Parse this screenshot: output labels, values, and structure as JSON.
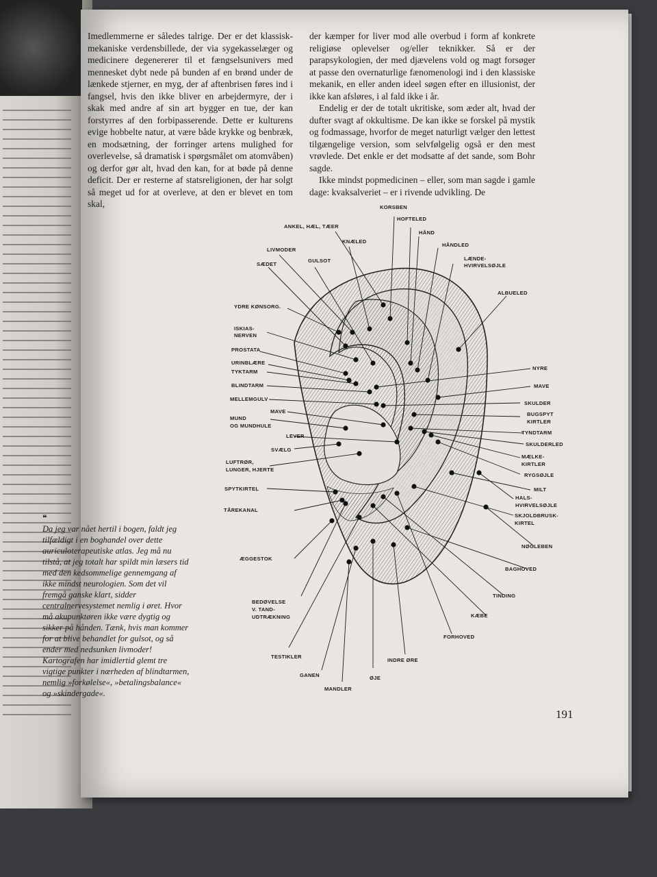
{
  "page_number": "191",
  "column1": [
    "Imedlemmerne er således talrige. Der er det klassisk-mekaniske verdensbillede, der via sygekasselæger og medicinere degenererer til et fængselsunivers med mennesket dybt nede på bunden af en brønd under de lænkede stjerner, en myg, der af aftenbrisen føres ind i fangsel, hvis den ikke bliver en arbejdermyre, der i skak med andre af sin art bygger en tue, der kan forstyrres af den forbipasserende. Dette er kulturens evige hobbelte natur, at være både krykke og benbræk, en modsætning, der forringer artens mulighed for overlevelse, så dramatisk i spørgsmålet om atomvåben) og derfor gør alt, hvad den kan, for at bøde på denne deficit. Der er resterne af statsreligionen, der har solgt så meget ud for at overleve, at den er blevet en tom skal,"
  ],
  "column2": [
    "der kæmper for liver mod alle overbud i form af konkrete religiøse oplevelser og/eller teknikker. Så er der parapsykologien, der med djævelens vold og magt forsøger at passe den overnaturlige fænomenologi ind i den klassiske mekanik, en eller anden ideel søgen efter en illusionist, der ikke kan afsløres, i al fald ikke i år.",
    "Endelig er der de totalt ukritiske, som æder alt, hvad der dufter svagt af okkultisme. De kan ikke se forskel på mystik og fodmassage, hvorfor de meget naturligt vælger den lettest tilgængelige version, som selvfølgelig også er den mest vrøvlede. Det enkle er det modsatte af det sande, som Bohr sagde.",
    "Ikke mindst popmedicinen – eller, som man sagde i gamle dage: kvaksalveriet – er i rivende udvikling. De"
  ],
  "caption": {
    "mark": "❝",
    "text": "Da jeg var nået hertil i bogen, faldt jeg tilfældigt i en boghandel over dette auriculoterapeutiske atlas. Jeg må nu tilstå, at jeg totalt har spildt min læsers tid med den kedsommelige gennemgang af ikke mindst neurologien. Som det vil fremgå ganske klart, sidder centralnervesystemet nemlig i øret. Hvor må akupunktøren ikke være dygtig og sikker på hånden. Tænk, hvis man kommer for at blive behandlet for gulsot, og så ender med nedsunken livmoder! Kartografen har imidlertid glemt tre vigtige punkter i nærheden af blindtarmen, nemlig »forkølelse«, »betalingsbalance« og »skindergade«."
  },
  "ear_labels": [
    {
      "key": "korsben",
      "text": "KORSBEN"
    },
    {
      "key": "hofteled",
      "text": "HOFTELED"
    },
    {
      "key": "ankel",
      "text": "ANKEL, HÆL, TÆER"
    },
    {
      "key": "haand",
      "text": "HÅND"
    },
    {
      "key": "knaeled",
      "text": "KNÆLED"
    },
    {
      "key": "haandled",
      "text": "HÅNDLED"
    },
    {
      "key": "livmoder",
      "text": "LIVMODER"
    },
    {
      "key": "laende1",
      "text": "LÆNDE-"
    },
    {
      "key": "laende2",
      "text": "HVIRVELSØJLE"
    },
    {
      "key": "saedet",
      "text": "SÆDET"
    },
    {
      "key": "gulsot",
      "text": "GULSOT"
    },
    {
      "key": "albueled",
      "text": "ALBUELED"
    },
    {
      "key": "ydre",
      "text": "YDRE KØNSORG."
    },
    {
      "key": "iskias1",
      "text": "ISKIAS-"
    },
    {
      "key": "iskias2",
      "text": "NERVEN"
    },
    {
      "key": "prostata",
      "text": "PROSTATA"
    },
    {
      "key": "urinblaere",
      "text": "URINBLÆRE"
    },
    {
      "key": "tyktarm",
      "text": "TYKTARM"
    },
    {
      "key": "nyre",
      "text": "NYRE"
    },
    {
      "key": "mave_r",
      "text": "MAVE"
    },
    {
      "key": "blindtarm",
      "text": "BLINDTARM"
    },
    {
      "key": "skulder",
      "text": "SKULDER"
    },
    {
      "key": "mellemgulv",
      "text": "MELLEMGULV"
    },
    {
      "key": "bugspyt1",
      "text": "BUGSPYT"
    },
    {
      "key": "bugspyt2",
      "text": "KIRTLER"
    },
    {
      "key": "mave_l",
      "text": "MAVE"
    },
    {
      "key": "mund1",
      "text": "MUND"
    },
    {
      "key": "mund2",
      "text": "OG MUNDHULE"
    },
    {
      "key": "tyndtarm",
      "text": "TYNDTARM"
    },
    {
      "key": "lever",
      "text": "LEVER"
    },
    {
      "key": "skulderled",
      "text": "SKULDERLED"
    },
    {
      "key": "svaelg",
      "text": "SVÆLG"
    },
    {
      "key": "maelke1",
      "text": "MÆLKE-"
    },
    {
      "key": "maelke2",
      "text": "KIRTLER"
    },
    {
      "key": "luftror1",
      "text": "LUFTRØR,"
    },
    {
      "key": "luftror2",
      "text": "LUNGER, HJERTE"
    },
    {
      "key": "rygsojle",
      "text": "RYGSØJLE"
    },
    {
      "key": "spytkirtel",
      "text": "SPYTKIRTEL"
    },
    {
      "key": "milt",
      "text": "MILT"
    },
    {
      "key": "hals1",
      "text": "HALS-"
    },
    {
      "key": "hals2",
      "text": "HVIRVELSØJLE"
    },
    {
      "key": "tarekanal",
      "text": "TÅREKANAL"
    },
    {
      "key": "skjold1",
      "text": "SKJOLDBRUSK-"
    },
    {
      "key": "skjold2",
      "text": "KIRTEL"
    },
    {
      "key": "nogleben",
      "text": "NØGLEBEN"
    },
    {
      "key": "aeggestok",
      "text": "ÆGGESTOK"
    },
    {
      "key": "baghoved",
      "text": "BAGHOVED"
    },
    {
      "key": "tinding",
      "text": "TINDING"
    },
    {
      "key": "bedov1",
      "text": "BEDØVELSE"
    },
    {
      "key": "bedov2",
      "text": "V. TAND-"
    },
    {
      "key": "bedov3",
      "text": "UDTRÆKNING"
    },
    {
      "key": "kaebe",
      "text": "KÆBE"
    },
    {
      "key": "forhoved",
      "text": "FORHOVED"
    },
    {
      "key": "testikler",
      "text": "TESTIKLER"
    },
    {
      "key": "indre",
      "text": "INDRE ØRE"
    },
    {
      "key": "ganen",
      "text": "GANEN"
    },
    {
      "key": "oje",
      "text": "ØJE"
    },
    {
      "key": "mandler",
      "text": "MANDLER"
    }
  ]
}
